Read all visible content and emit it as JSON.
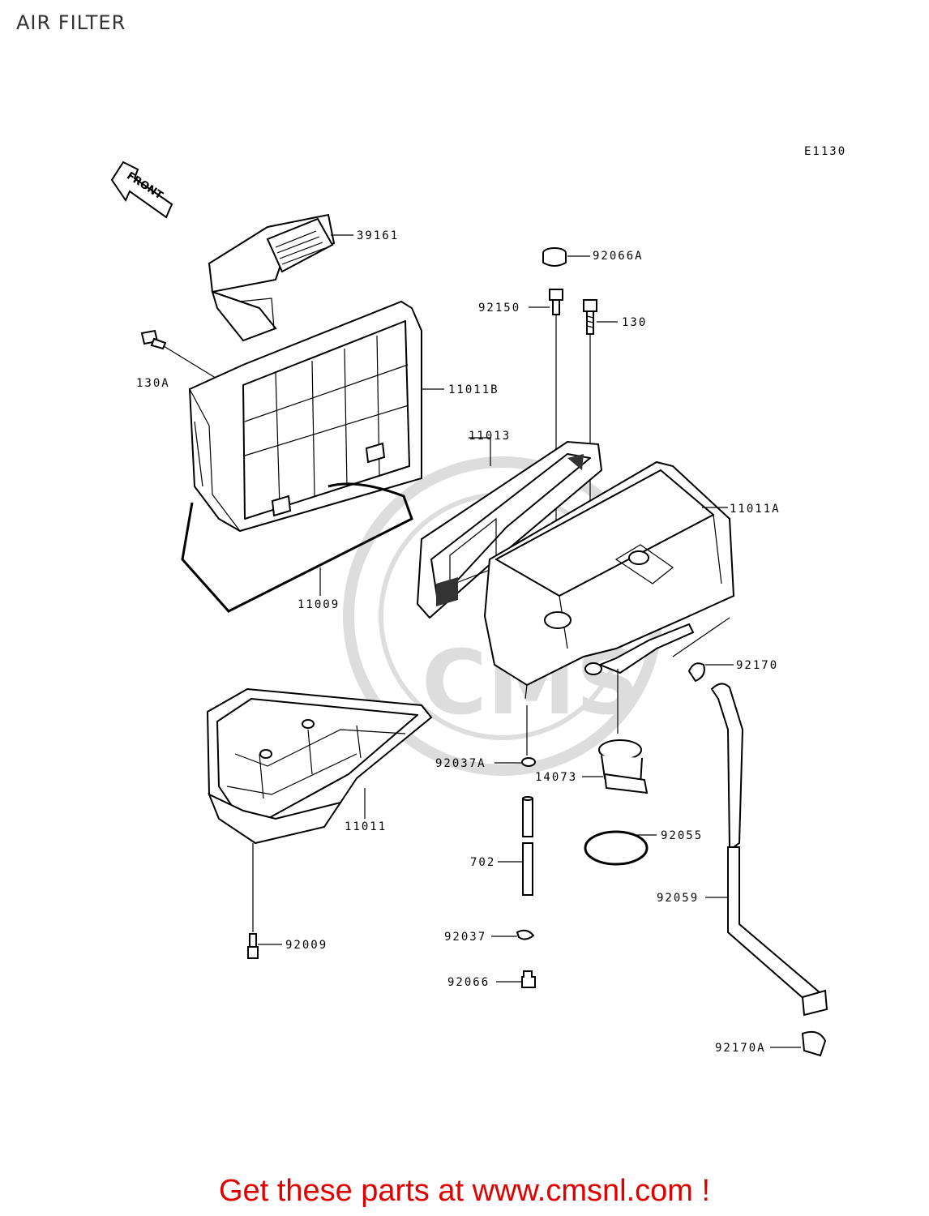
{
  "title": "AIR FILTER",
  "diagram_code": "E1130",
  "front_label": "FRONT",
  "watermark": "CMS www.cmsnl.com",
  "parts": {
    "p39161": "39161",
    "p92066A": "92066A",
    "p92150": "92150",
    "p130": "130",
    "p130A": "130A",
    "p11011B": "11011B",
    "p11013": "11013",
    "p11011A": "11011A",
    "p11009": "11009",
    "p92170": "92170",
    "p92037A": "92037A",
    "p14073": "14073",
    "p11011": "11011",
    "p92055": "92055",
    "p702": "702",
    "p92059": "92059",
    "p92009": "92009",
    "p92037": "92037",
    "p92066": "92066",
    "p92170A": "92170A"
  },
  "footer": "Get these parts at www.cmsnl.com !"
}
